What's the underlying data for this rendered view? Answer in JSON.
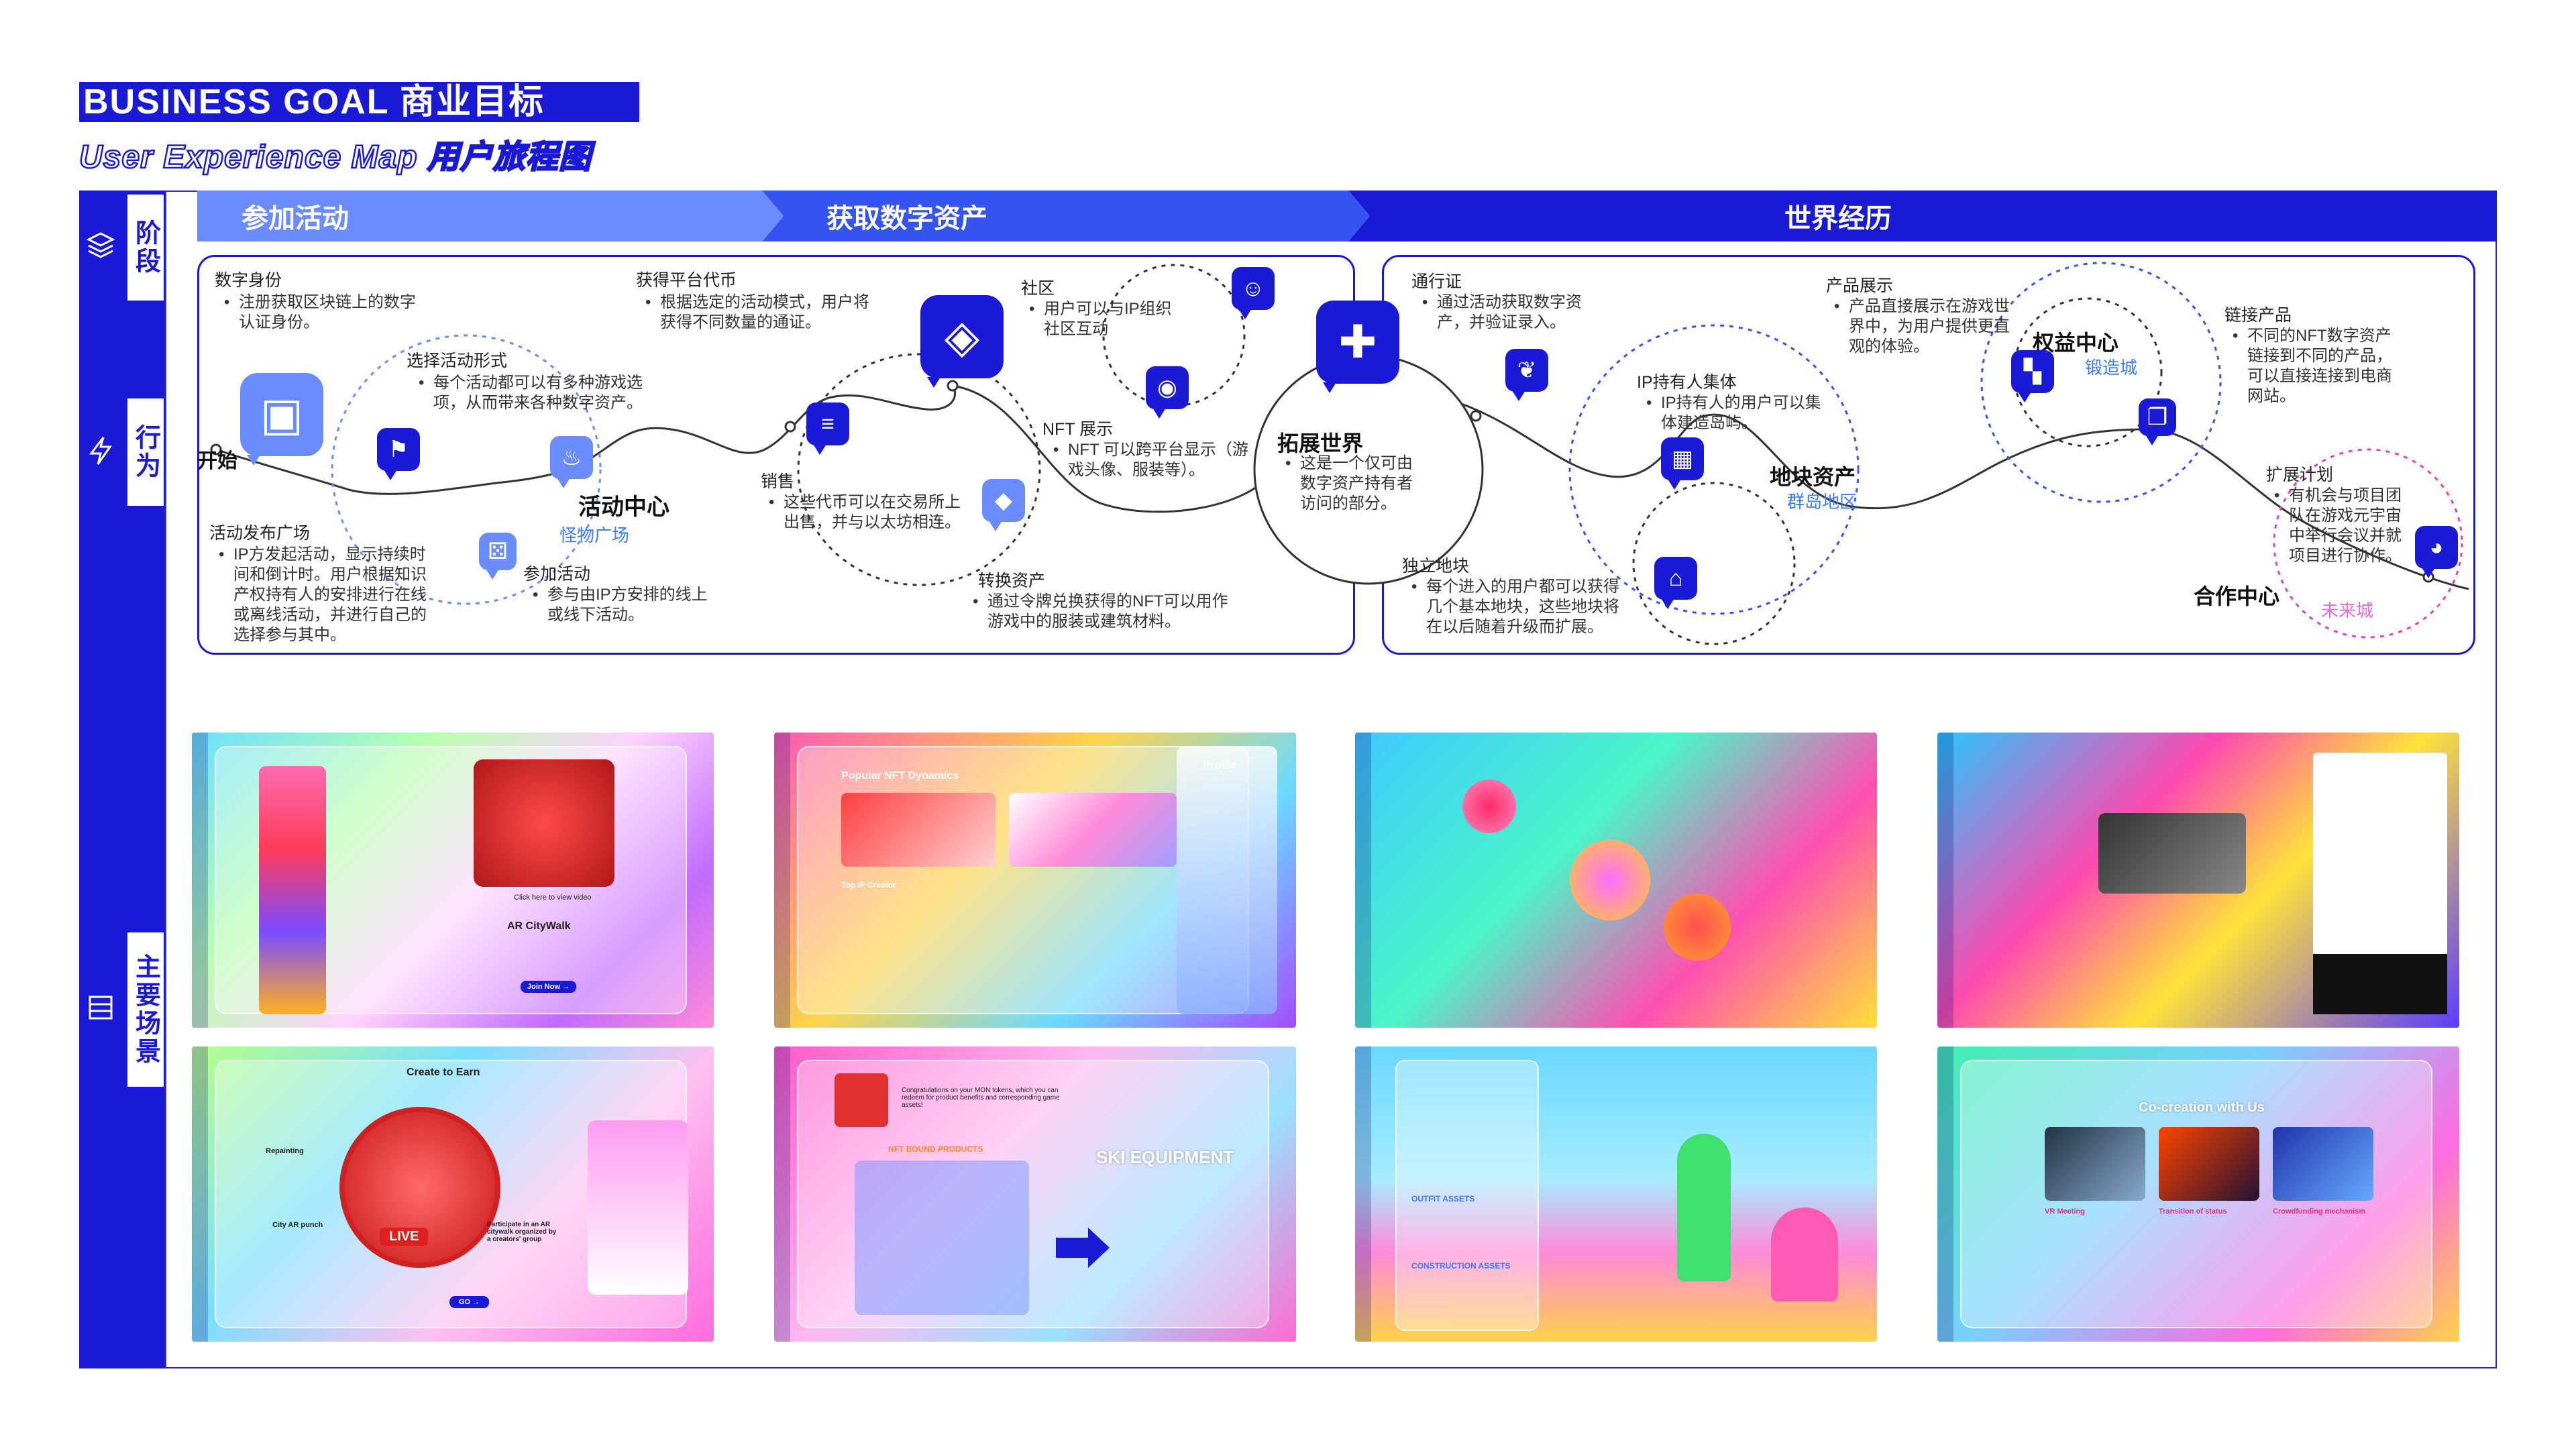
{
  "header": {
    "title": "BUSINESS GOAL  商业目标",
    "subtitle": "User Experience Map  用户旅程图"
  },
  "sidebar": {
    "stage_label": "阶段",
    "behavior_label": "行为",
    "scene_label": "主要场景"
  },
  "stages": [
    "参加活动",
    "获取数字资产",
    "世界经历"
  ],
  "journey": {
    "start": "开始",
    "digital_identity": {
      "title": "数字身份",
      "desc": "注册获取区块链上的数字认证身份。"
    },
    "activity_release": {
      "title": "活动发布广场",
      "desc": "IP方发起活动，显示持续时间和倒计时。用户根据知识产权持有人的安排进行在线或离线活动，并进行自己的选择参与其中。"
    },
    "choose_activity": {
      "title": "选择活动形式",
      "desc": "每个活动都可以有多种游戏选项，从而带来各种数字资产。"
    },
    "join_activity": {
      "title": "参加活动",
      "desc": "参与由IP方安排的线上或线下活动。"
    },
    "activity_center": {
      "title": "活动中心",
      "sub": "怪物广场"
    },
    "platform_token": {
      "title": "获得平台代币",
      "desc": "根据选定的活动模式，用户将获得不同数量的通证。"
    },
    "sale": {
      "title": "销售",
      "desc": "这些代币可以在交易所上出售，并与以太坊相连。"
    },
    "community": {
      "title": "社区",
      "desc": "用户可以与IP组织社区互动"
    },
    "nft_show": {
      "title": "NFT 展示",
      "desc": "NFT 可以跨平台显示（游戏头像、服装等）。"
    },
    "convert": {
      "title": "转换资产",
      "desc": "通过令牌兑换获得的NFT可以用作游戏中的服装或建筑材料。"
    },
    "expand_world": {
      "title": "拓展世界",
      "desc": "这是一个仅可由数字资产持有者访问的部分。"
    },
    "pass": {
      "title": "通行证",
      "desc": "通过活动获取数字资产，并验证录入。"
    },
    "ip_group": {
      "title": "IP持有人集体",
      "desc": "IP持有人的用户可以集体建造岛屿。"
    },
    "land_asset": {
      "title": "地块资产",
      "sub": "群岛地区"
    },
    "independent_land": {
      "title": "独立地块",
      "desc": "每个进入的用户都可以获得几个基本地块，这些地块将在以后随着升级而扩展。"
    },
    "product_show": {
      "title": "产品展示",
      "desc": "产品直接展示在游戏世界中，为用户提供更直观的体验。"
    },
    "rights_center": {
      "title": "权益中心",
      "sub": "锻造城"
    },
    "link_product": {
      "title": "链接产品",
      "desc": "不同的NFT数字资产链接到不同的产品，可以直接连接到电商网站。"
    },
    "expand_plan": {
      "title": "扩展计划",
      "desc": "有机会与项目团队在游戏元宇宙中举行会议并就项目进行协作。"
    },
    "coop_center": {
      "title": "合作中心",
      "sub": "未来城"
    }
  },
  "screens": [
    {
      "title": "AR CityWalk",
      "texts": [
        "Click here to view video",
        "Join Now →"
      ]
    },
    {
      "title": "Popular NFT Dynamics",
      "texts": [
        "Profile",
        "Top IP Creator"
      ]
    },
    {
      "title": "",
      "texts": []
    },
    {
      "title": "",
      "texts": []
    },
    {
      "title": "Create to Earn",
      "texts": [
        "Repainting",
        "City AR punch",
        "Participate in an AR citywalk organized by a creators' group",
        "LIVE",
        "GO →"
      ]
    },
    {
      "title": "SKI EQUIPMENT",
      "texts": [
        "NFT BOUND PRODUCTS",
        "Congratulations on your MON tokens, which you can redeem for product benefits and corresponding game assets!"
      ]
    },
    {
      "title": "OUTFIT ASSETS",
      "texts": [
        "CONSTRUCTION ASSETS"
      ]
    },
    {
      "title": "Co-creation with Us",
      "texts": [
        "VR Meeting",
        "Transition of status",
        "Crowdfunding mechanism"
      ]
    }
  ],
  "colors": {
    "brand": "#1a1ad6",
    "accent": "#3d7cff",
    "pink": "#e040c8"
  }
}
